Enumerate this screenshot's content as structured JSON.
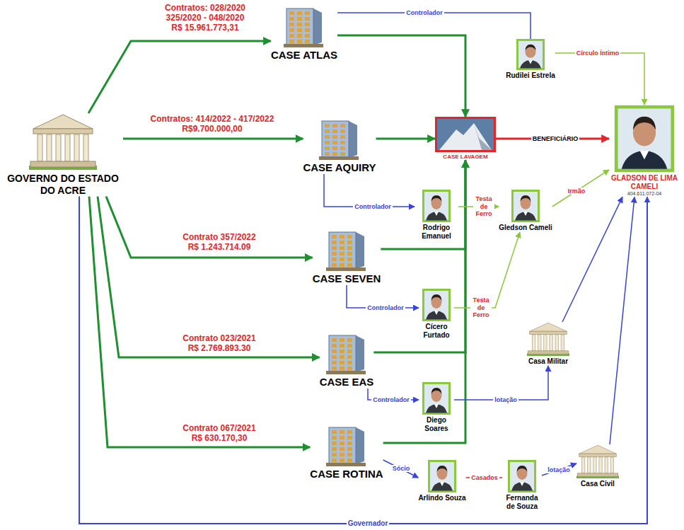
{
  "diagram": {
    "nodes": [
      {
        "text": [
          "GOVERNO DO ESTADO DO ACRE"
        ]
      },
      {
        "text": [
          "CASE ATLAS"
        ]
      },
      {
        "text": [
          "CASE AQUIRY"
        ]
      },
      {
        "text": [
          "CASE SEVEN"
        ]
      },
      {
        "text": [
          "CASE EAS"
        ]
      },
      {
        "text": [
          "CASE ROTINA"
        ]
      },
      {
        "text": [
          "CASE LAVAGEM"
        ]
      },
      {
        "text": [
          "Rudilei Estrela"
        ]
      },
      {
        "text": [
          "GLADSON DE LIMA CAMELI",
          "404.611.072-04"
        ]
      },
      {
        "text": [
          "Rodrigo Emanuel"
        ]
      },
      {
        "text": [
          "Gledson Cameli"
        ]
      },
      {
        "text": [
          "Cícero Furtado"
        ]
      },
      {
        "text": [
          "Casa Militar"
        ]
      },
      {
        "text": [
          "Diego Soares"
        ]
      },
      {
        "text": [
          "Arlindo Souza"
        ]
      },
      {
        "text": [
          "Fernanda de Souza"
        ]
      },
      {
        "text": [
          "Casa Civil"
        ]
      }
    ],
    "edges": [
      {
        "from": 0,
        "to": 1,
        "label": "Contratos: 028/2020 325/2020 - 048/2020 R$ 15.961.773,31",
        "arrow": "to"
      },
      {
        "from": 0,
        "to": 2,
        "label": "Contratos: 414/2022 - 417/2022 R$9.700.000,00",
        "arrow": "to"
      },
      {
        "from": 0,
        "to": 3,
        "label": "Contrato 357/2022 R$ 1.243.714.09",
        "arrow": "to"
      },
      {
        "from": 0,
        "to": 4,
        "label": "Contrato 023/2021 R$ 2.769.893.30",
        "arrow": "to"
      },
      {
        "from": 0,
        "to": 5,
        "label": "Contrato 067/2021 R$ 630.170,30",
        "arrow": "to"
      },
      {
        "from": 1,
        "to": 6,
        "arrow": "to"
      },
      {
        "from": 2,
        "to": 6,
        "arrow": "to"
      },
      {
        "from": 3,
        "to": 6,
        "arrow": "to"
      },
      {
        "from": 4,
        "to": 6,
        "arrow": "to"
      },
      {
        "from": 5,
        "to": 6,
        "arrow": "to"
      },
      {
        "from": 6,
        "to": 8,
        "label": "BENEFICIÁRIO",
        "arrow": "to"
      },
      {
        "from": 1,
        "to": 7,
        "label": "Controlador",
        "arrow": "none"
      },
      {
        "from": 7,
        "to": 8,
        "label": "Círculo Íntimo",
        "arrow": "to"
      },
      {
        "from": 2,
        "to": 9,
        "label": "Controlador",
        "arrow": "to"
      },
      {
        "from": 9,
        "to": 10,
        "label": "Testa de Ferro",
        "arrow": "to"
      },
      {
        "from": 10,
        "to": 8,
        "label": "Irmão",
        "arrow": "to"
      },
      {
        "from": 3,
        "to": 11,
        "label": "Controlador",
        "arrow": "to"
      },
      {
        "from": 11,
        "to": 10,
        "label": "Testa de Ferro",
        "arrow": "to"
      },
      {
        "from": 4,
        "to": 13,
        "label": "Controlador",
        "arrow": "to"
      },
      {
        "from": 13,
        "to": 12,
        "label": "lotação",
        "arrow": "to"
      },
      {
        "from": 12,
        "to": 8,
        "arrow": "to"
      },
      {
        "from": 5,
        "to": 14,
        "label": "Sócio",
        "arrow": "to"
      },
      {
        "from": 14,
        "to": 15,
        "label": "Casados",
        "arrow": "none"
      },
      {
        "from": 15,
        "to": 16,
        "label": "lotação",
        "arrow": "to"
      },
      {
        "from": 16,
        "to": 8,
        "arrow": "to"
      },
      {
        "from": 0,
        "to": 8,
        "label": "Governador",
        "arrow": "to"
      }
    ]
  }
}
